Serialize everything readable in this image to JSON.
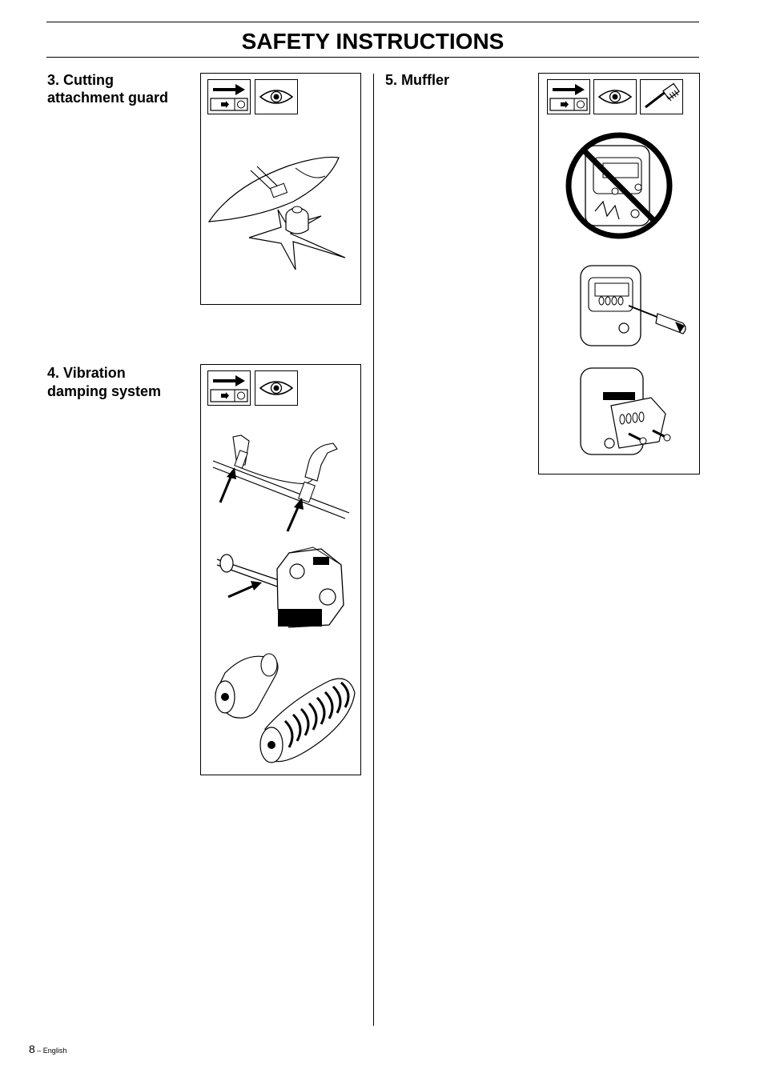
{
  "header": {
    "title": "SAFETY INSTRUCTIONS"
  },
  "sections": [
    {
      "heading_line1": "3. Cutting",
      "heading_line2": "attachment guard"
    },
    {
      "heading_line1": "4. Vibration",
      "heading_line2": "damping system"
    },
    {
      "heading_line1": "5.  Muffler"
    }
  ],
  "footer": {
    "page_number": "8",
    "language": " – English"
  }
}
